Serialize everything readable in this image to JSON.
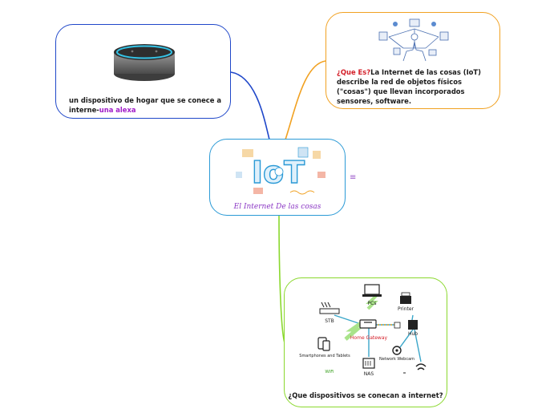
{
  "center": {
    "title": "El Internet De las cosas",
    "logo_text": "IoT"
  },
  "alexa": {
    "text_prefix": "un dispositivo de hogar que se conece a interne-",
    "text_highlight": "una alexa"
  },
  "iot": {
    "question": "¿Que Es?",
    "text": "La Internet de las cosas (IoT) describe la red de objetos físicos (\"cosas\") que llevan incorporados sensores, software."
  },
  "devices": {
    "question": "¿Que dispositivos se conecan a internet?",
    "diagram_labels": {
      "pcs": "PCs",
      "stb": "STB",
      "printer": "Printer",
      "gateway": "Home Gateway",
      "hub": "Hub",
      "phones": "Smartphones and Tablets",
      "webcam": "Network Webcam",
      "nas": "NAS",
      "wifi": "WiFi"
    }
  },
  "colors": {
    "alexa_branch": "#1f47c9",
    "iot_branch": "#f1a121",
    "center_border": "#2b9ad6",
    "devices_branch": "#8ad82d",
    "caption": "#8a36c4"
  },
  "icons": {
    "notes": "notes-icon"
  }
}
